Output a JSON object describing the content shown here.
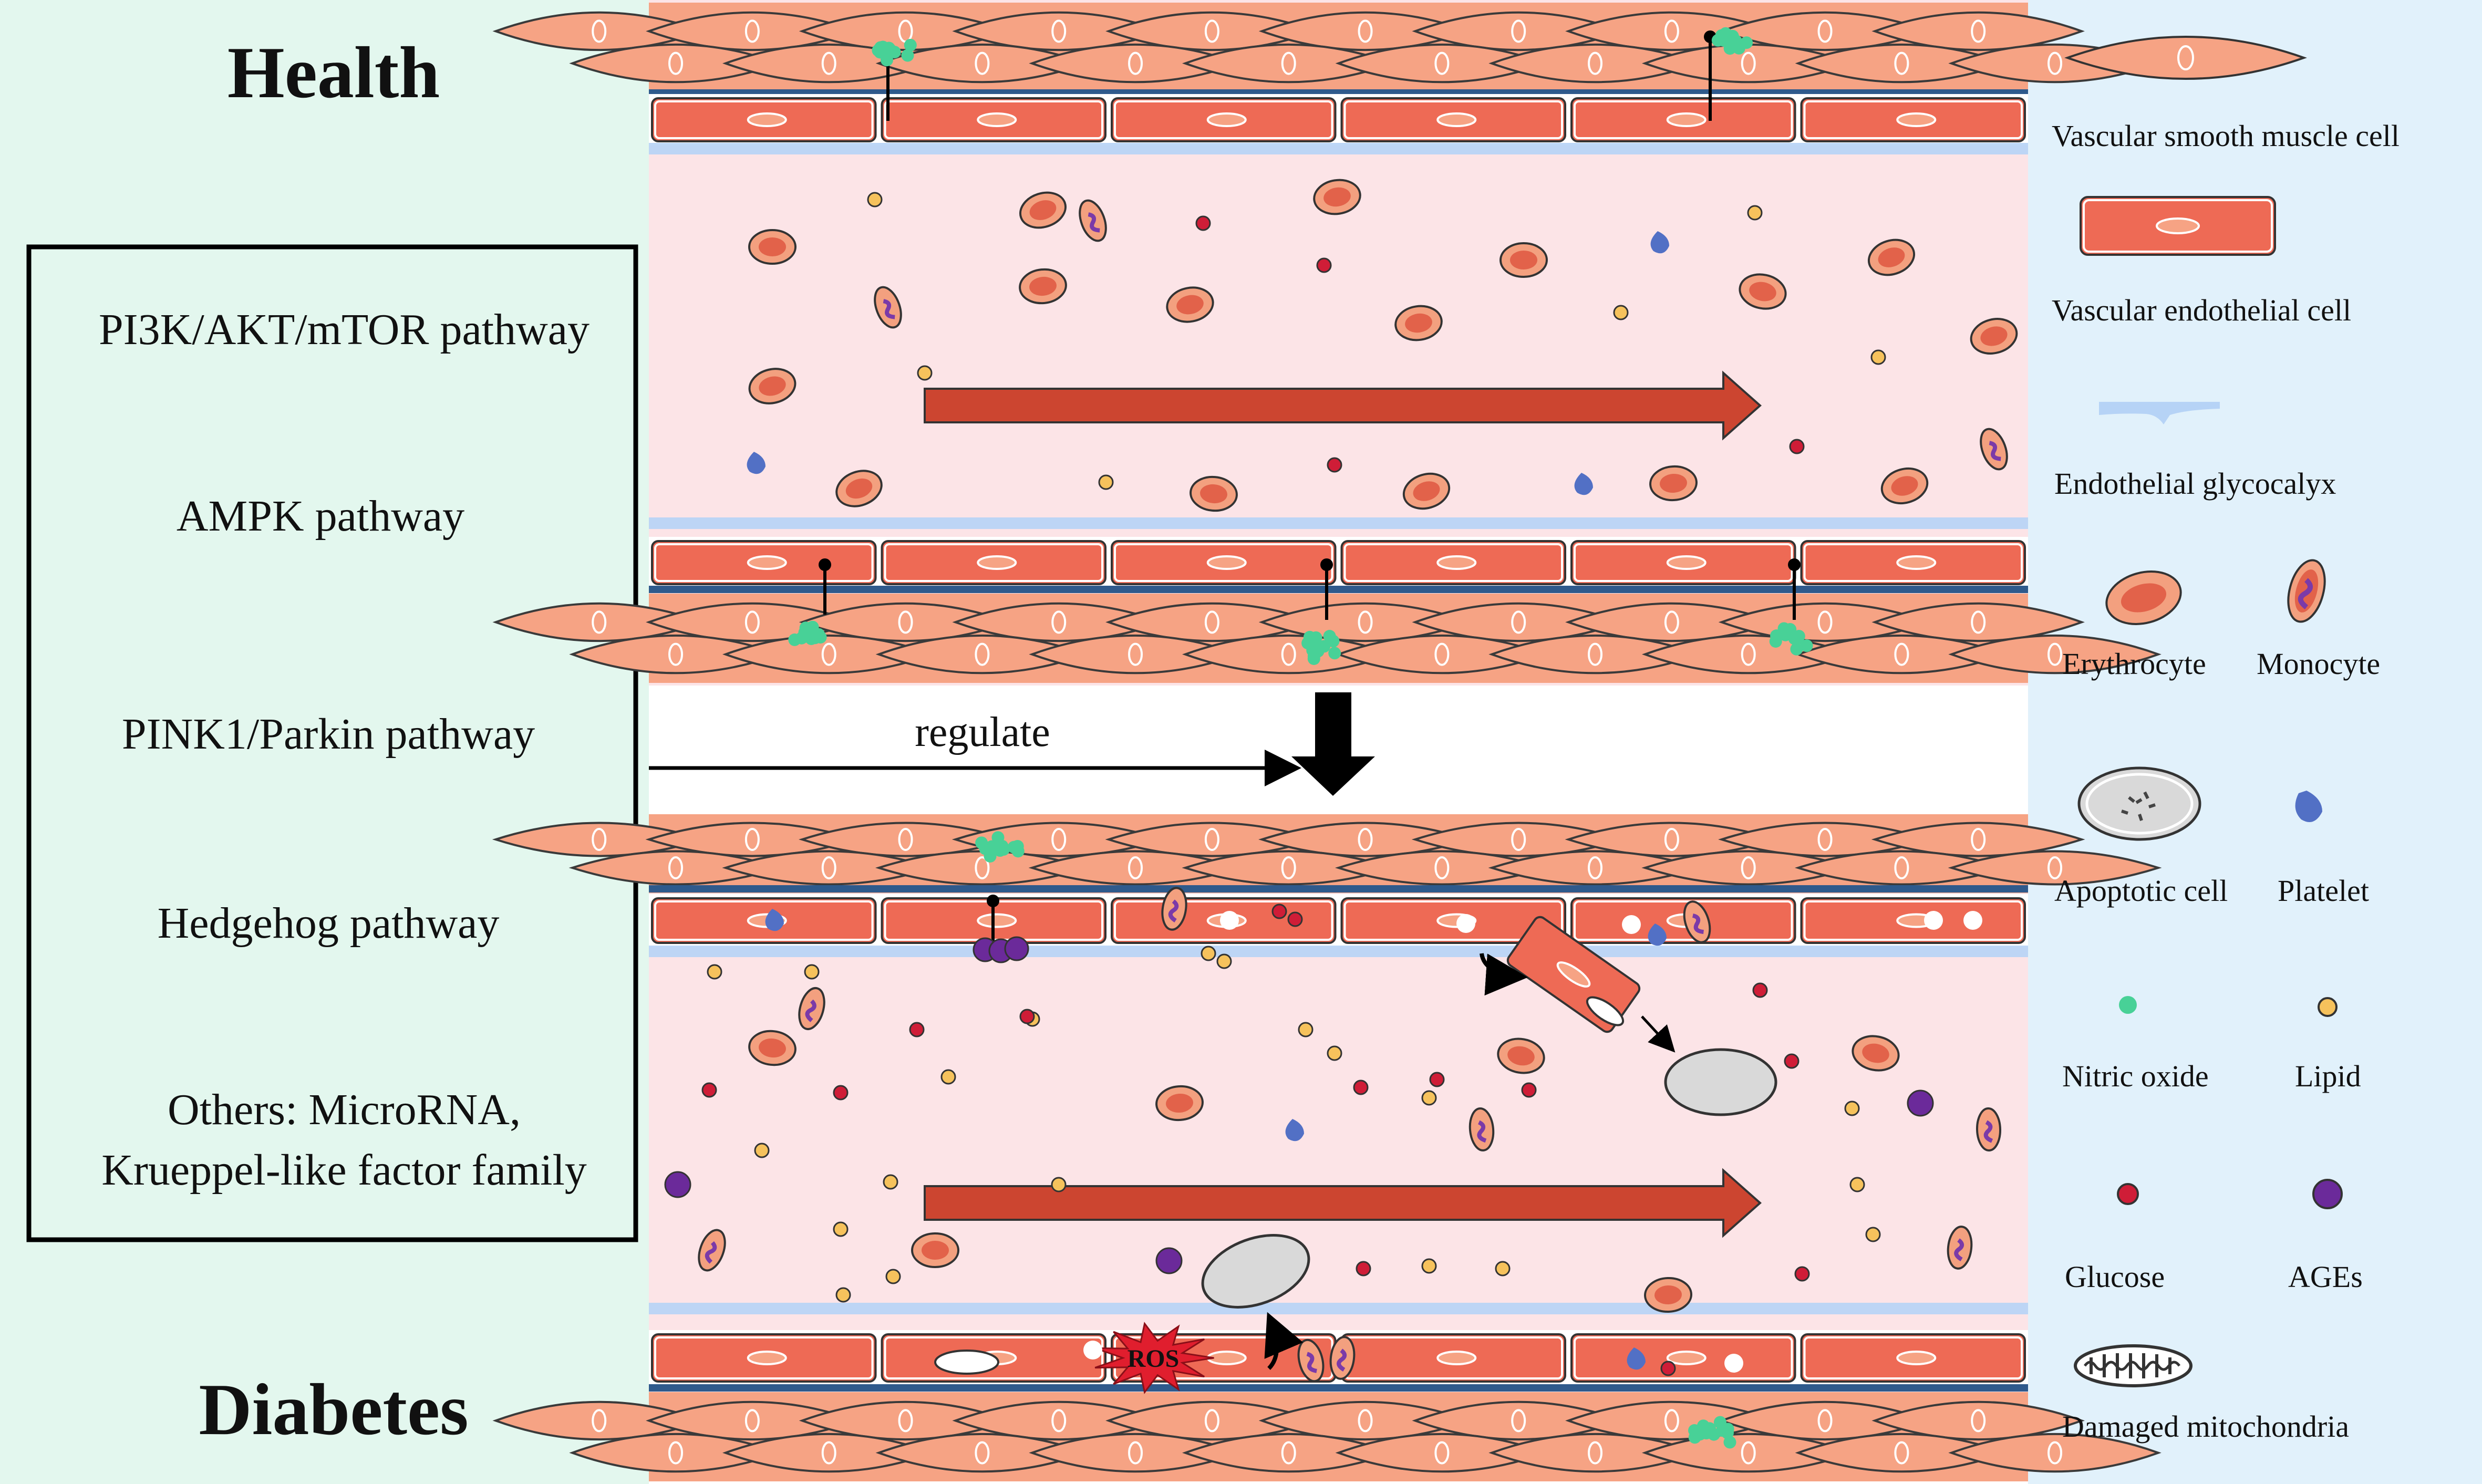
{
  "left_panel": {
    "health_title": "Health",
    "diabetes_title": "Diabetes",
    "pathways": [
      "PI3K/AKT/mTOR pathway",
      "AMPK pathway",
      "PINK1/Parkin pathway",
      "Hedgehog pathway",
      "Others: MicroRNA,",
      "Krueppel-like factor family"
    ],
    "regulate_label": "regulate"
  },
  "diabetic_vessel": {
    "ros_label": "ROS"
  },
  "legend": {
    "items": [
      "Vascular smooth muscle cell",
      "Vascular endothelial cell",
      "Endothelial glycocalyx",
      "Erythrocyte",
      "Monocyte",
      "Apoptotic cell",
      "Platelet",
      "Nitric oxide",
      "Lipid",
      "Glucose",
      "AGEs",
      "Damaged mitochondria"
    ]
  },
  "colors": {
    "left_bg": "#e3f7ee",
    "legend_bg": "#e1f1fb",
    "lumen": "#fce4e7",
    "smc": "#f6a384",
    "endothelium": "#ee6a55",
    "glycocalyx": "#b6d3f6",
    "membrane": "#2f5a8c",
    "flow_arrow": "#cc4530",
    "nitric_oxide": "#48d197",
    "lipid": "#f6c25c",
    "glucose": "#cf1d37",
    "ages": "#6b2a9a",
    "platelet": "#5270c5",
    "ros": "#e01e2e"
  }
}
